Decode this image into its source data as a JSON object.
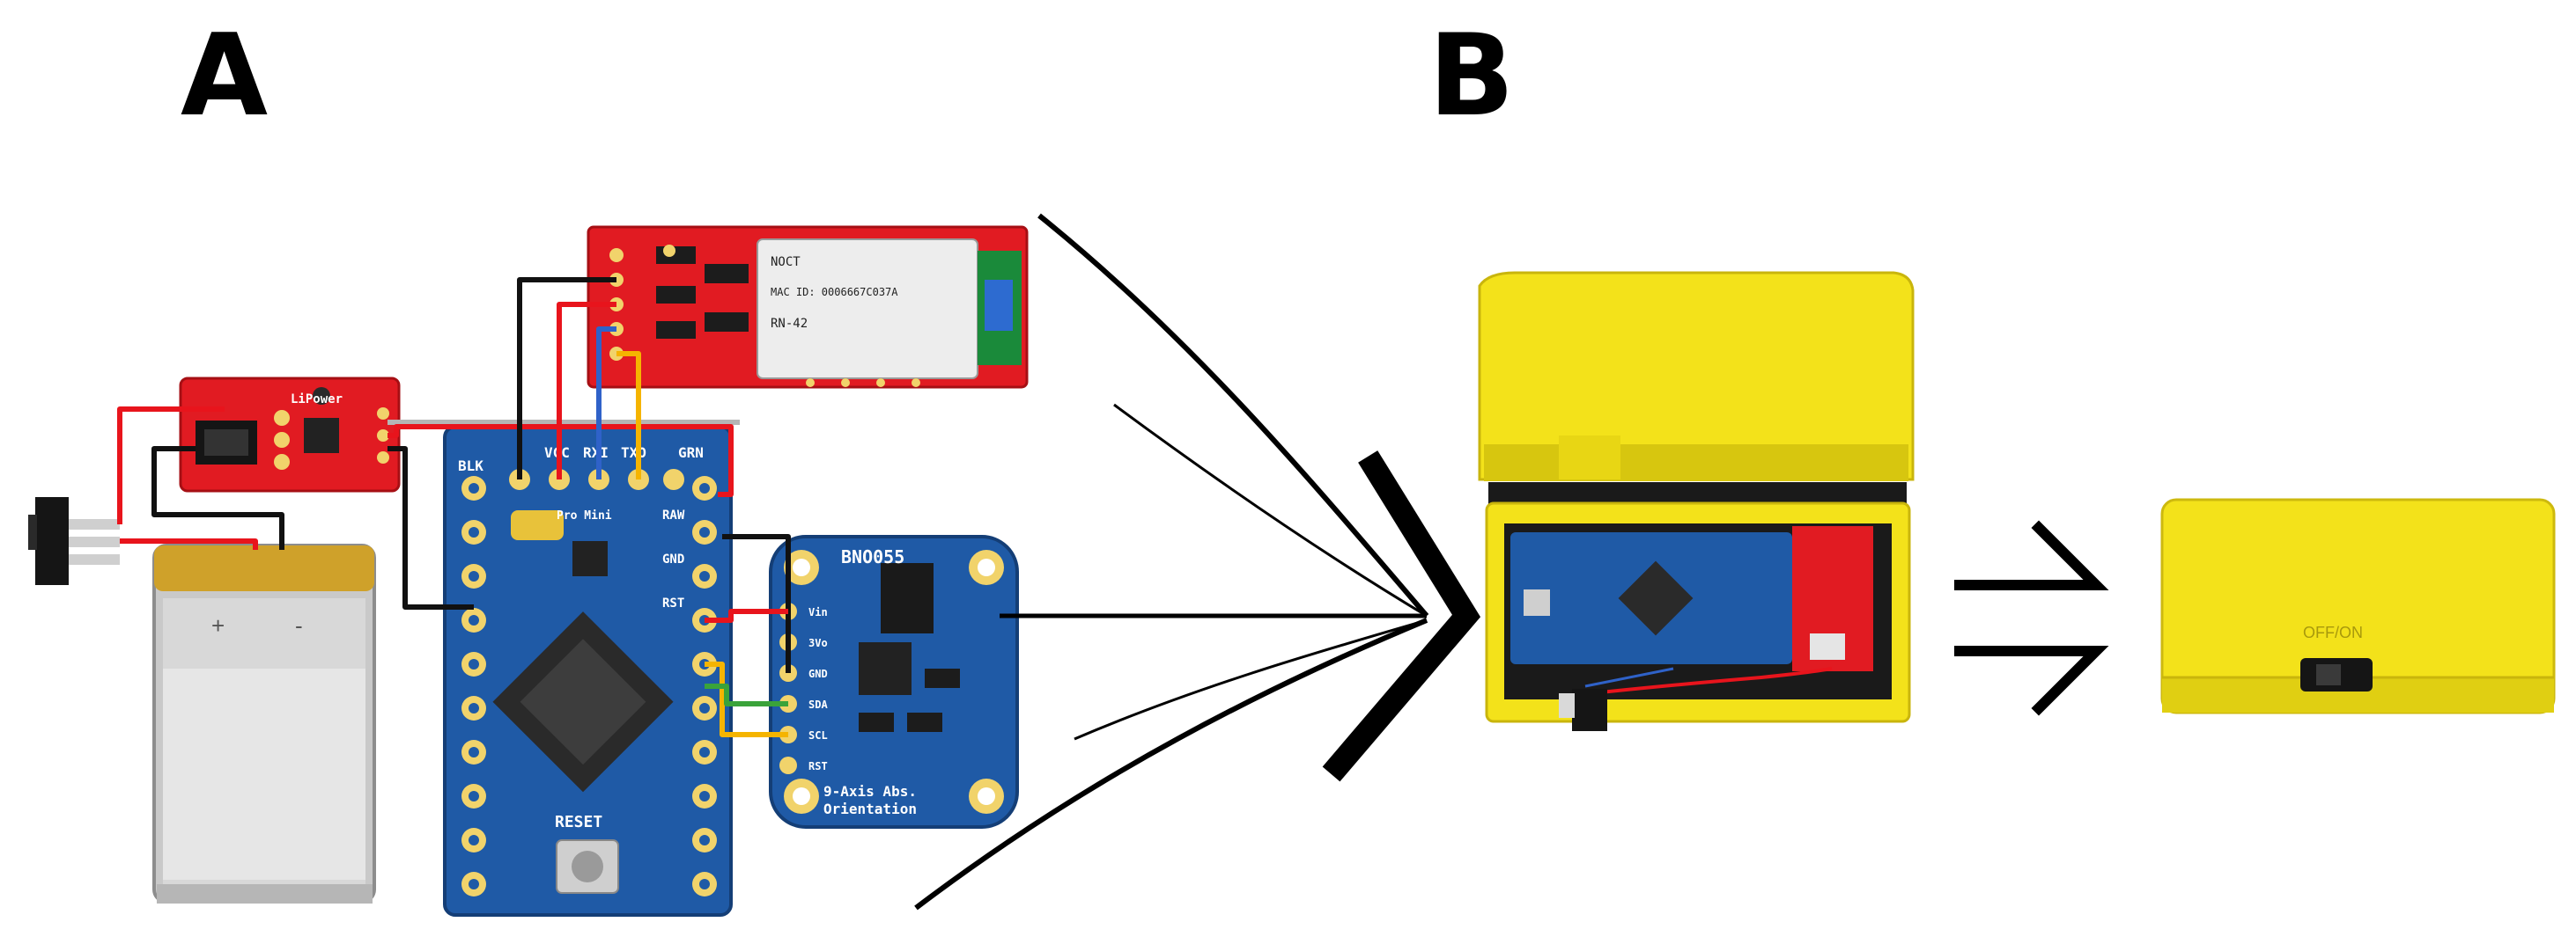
{
  "figure": {
    "panel_a_label": "A",
    "panel_b_label": "B"
  },
  "components": {
    "lipower_board_text": "LiPower",
    "battery_plus": "+",
    "battery_minus": "-",
    "bluetooth_board": {
      "module_text_1": "NOCT",
      "module_text_2": "MAC ID: 0006667C037A",
      "module_text_3": "RN-42"
    },
    "pro_mini": {
      "pin_blk": "BLK",
      "pin_grn": "GRN",
      "pin_vcc": "VCC",
      "pin_rxi": "RXI",
      "pin_txo": "TXO",
      "pin_gnd": "GND",
      "pin_raw": "RAW",
      "pin_rst": "RST",
      "label_reset": "RESET",
      "label_pro_mini": "Pro Mini"
    },
    "bno055": {
      "title": "BNO055",
      "subtitle_1": "9-Axis Abs.",
      "subtitle_2": "Orientation",
      "pins": [
        "Vin",
        "3Vo",
        "GND",
        "SDA",
        "SCL",
        "RST"
      ]
    }
  },
  "enclosure": {
    "switch_label": "OFF/ON"
  },
  "colors": {
    "red_board": "#e11b22",
    "blue_board": "#1f5aa6",
    "enclosure_yellow": "#f3e21a",
    "wire_red": "#e8141c",
    "wire_black": "#111111",
    "wire_yellow": "#f5b400",
    "wire_green": "#3aa33a",
    "wire_blue": "#2f62c9",
    "wire_grey": "#b5b5b5"
  }
}
